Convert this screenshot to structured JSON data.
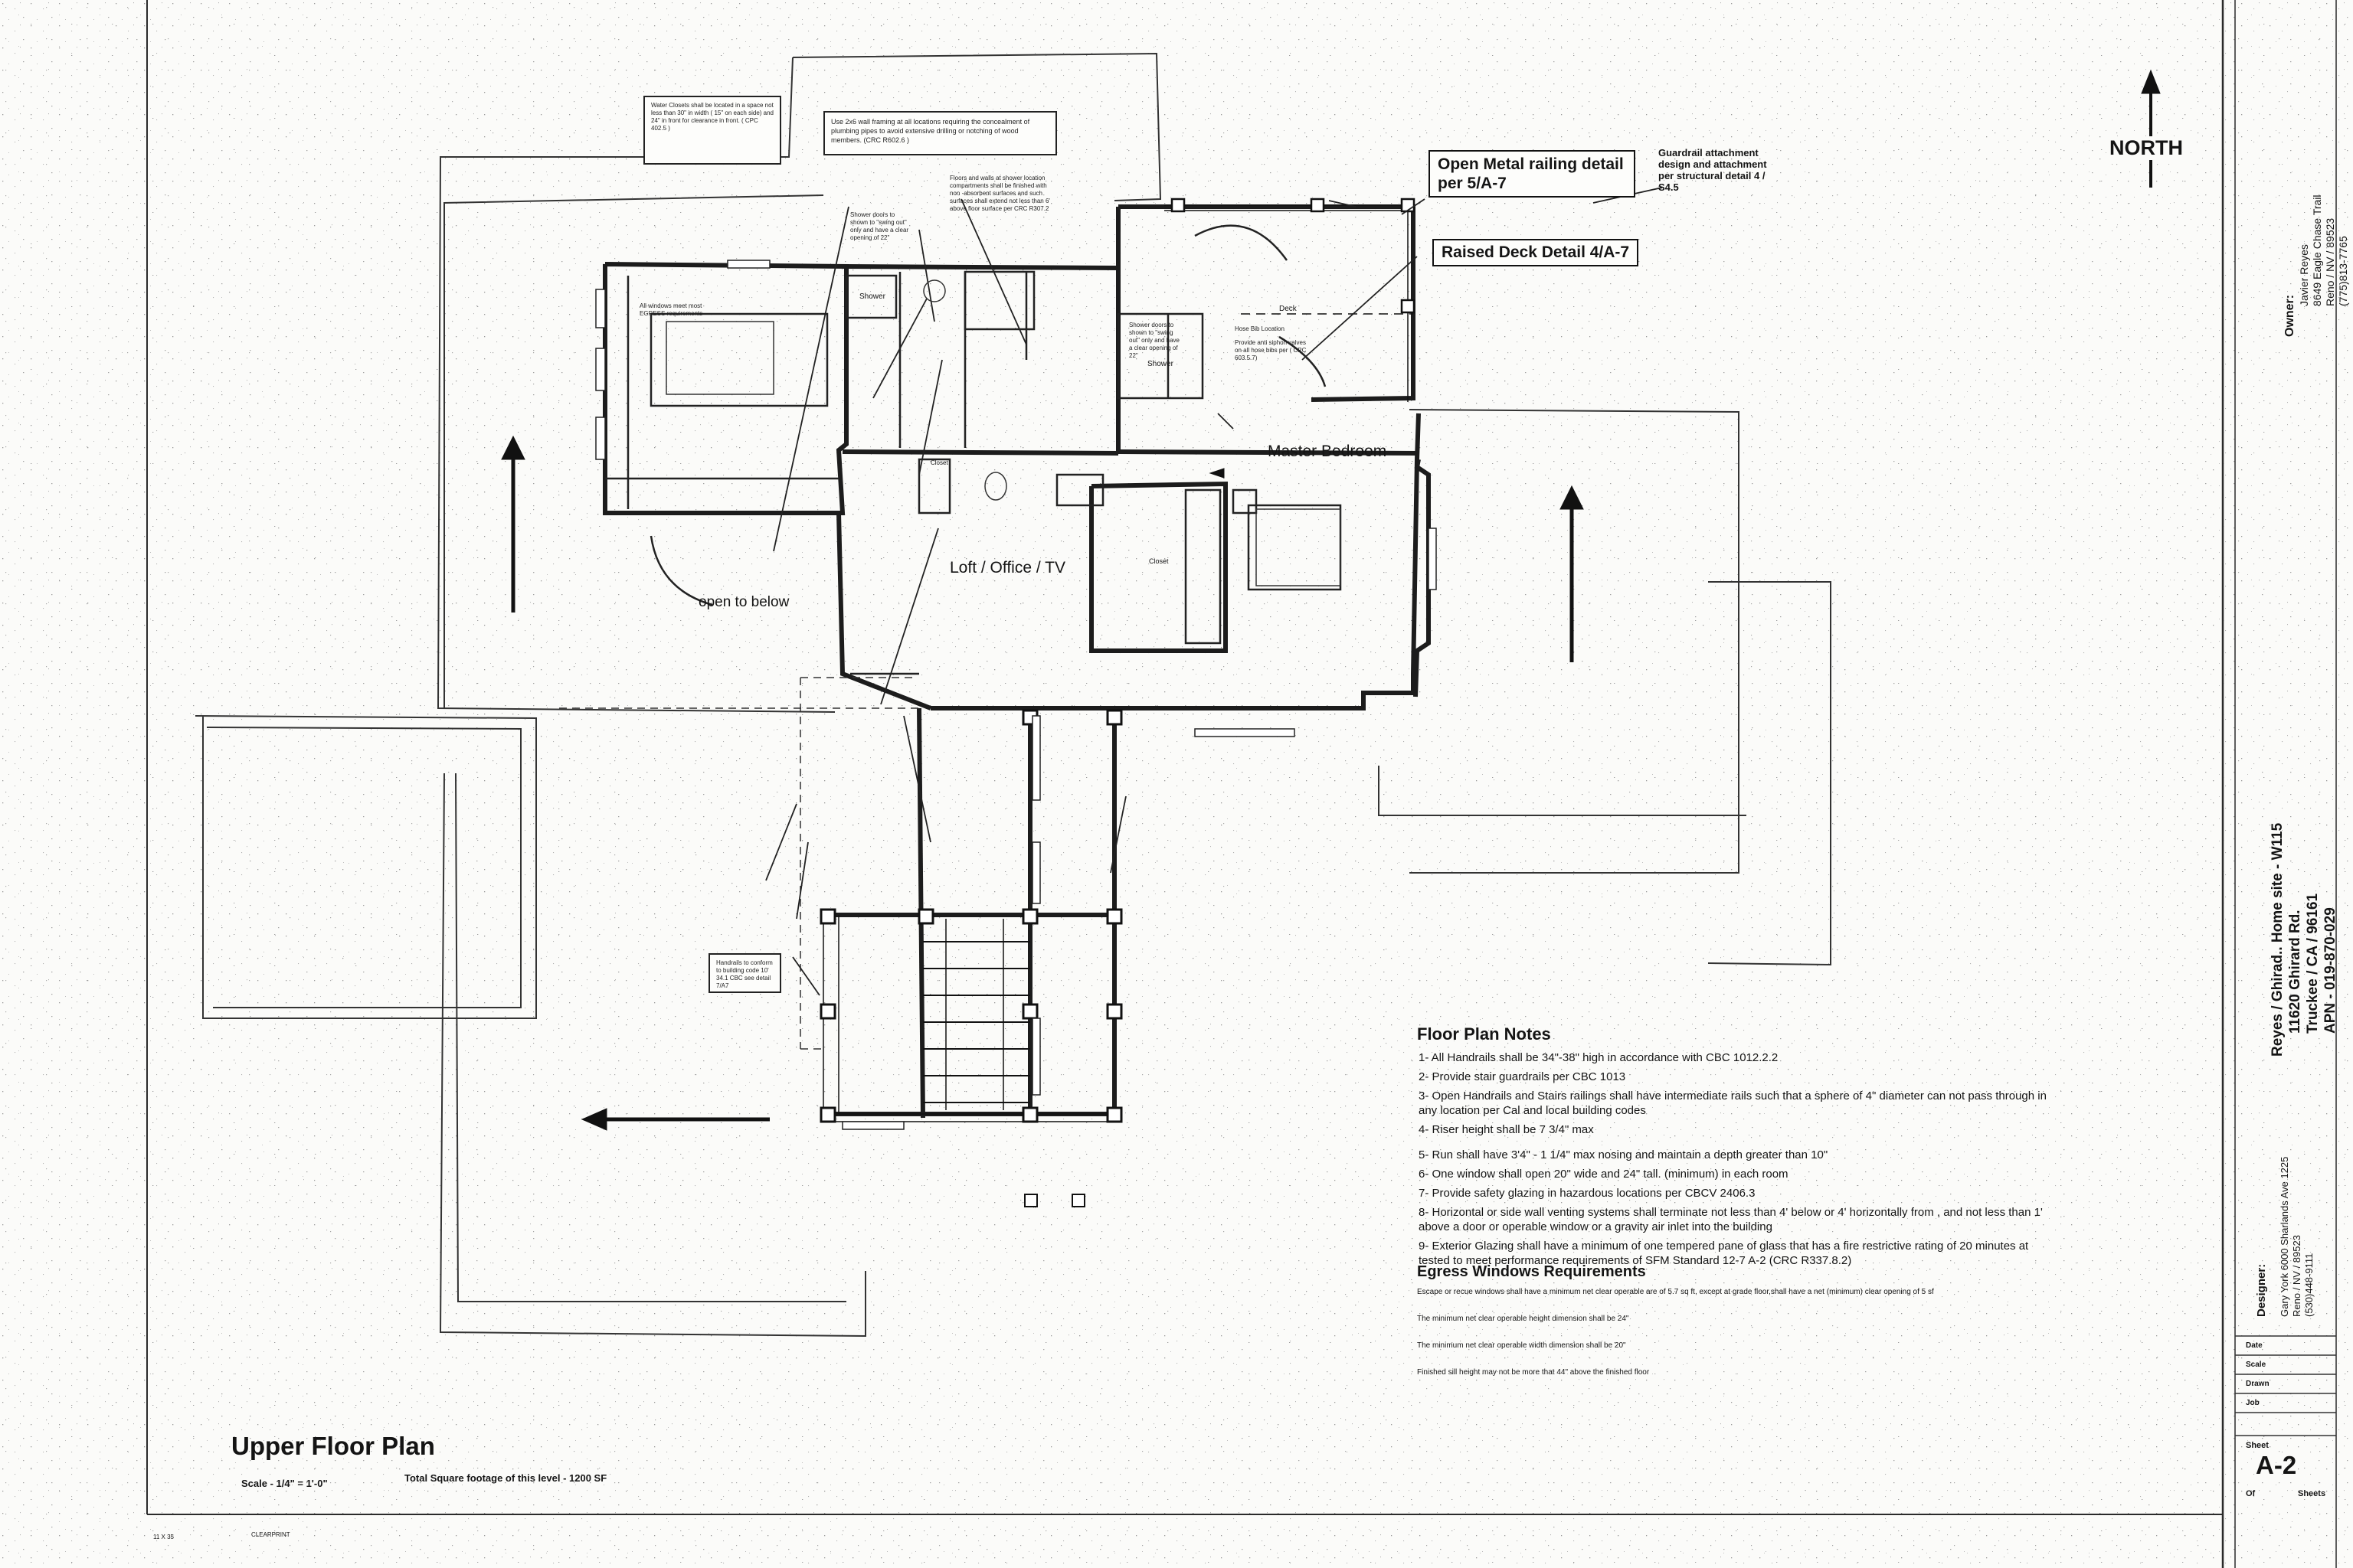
{
  "drawing": {
    "title": "Upper Floor Plan",
    "scale": "Scale - 1/4\" = 1'-0\"",
    "total_sf": "Total Square footage of this level - 1200 SF",
    "north": "NORTH",
    "footer_left": "11 X 35",
    "footer_mid": "CLEARPRINT"
  },
  "rooms": {
    "loft": "Loft / Office / TV",
    "master": "Master Bedroom",
    "open_below": "open to below",
    "deck": "Deck",
    "shower_1": "Shower",
    "shower_2": "Shower",
    "closet_1": "Closet",
    "closet_2": "Closet",
    "hose": "Hose Bib Location",
    "hose_note": "Provide anti siphon valves on all hose bibs per ( CPC 603.5.7)"
  },
  "callouts": {
    "railing": "Open Metal railing detail per 5/A-7",
    "raised_deck": "Raised Deck Detail 4/A-7",
    "guardrail": "Guardrail attachment design and attachment per structural detail 4 / S4.5"
  },
  "code_notes": {
    "water_closets": "Water Closets shall be located in a space not less than 30\" in width ( 15\" on each side) and 24\" in front for clearance in front. ( CPC 402.5 )",
    "wall_framing": "Use 2x6 wall framing at all locations requiring the concealment of plumbing pipes to avoid extensive drilling or notching of wood members. (CRC R602.6 )",
    "shower_walls": "Floors and walls at shower location compartments shall be finished with non -absorbent surfaces and such surfaces shall extend not less than 6' above floor surface per CRC R307.2",
    "shower_doors_1": "Shower doors to shown to \"swing out\" only and have a clear opening of 22\"",
    "shower_doors_2": "Shower doors to shown to \"swing out\" only and have a clear opening of 22\"",
    "egress_window": "All windows meet most EGRESS requirements",
    "handrails": "Handrails to conform to building code 10' 34.1 CBC see detail 7/A7"
  },
  "floor_notes": {
    "heading": "Floor Plan Notes",
    "items": [
      "1- All Handrails shall be 34\"-38\" high in accordance with CBC 1012.2.2",
      "2- Provide stair guardrails per CBC 1013",
      "3- Open Handrails and Stairs railings shall have intermediate rails such that a sphere of 4\" diameter can not pass through in any location per Cal and local building codes",
      "4- Riser height shall be 7 3/4\" max",
      "5- Run shall have 3'4\" - 1 1/4\" max nosing and maintain a depth greater than 10\"",
      "6- One window shall open 20\" wide and 24\" tall. (minimum) in each room",
      "7- Provide safety glazing in hazardous locations per CBCV 2406.3",
      "8- Horizontal or side wall venting systems shall terminate not less than 4' below or 4' horizontally from , and not less than 1' above a door or operable window or a gravity air inlet into the building",
      "9- Exterior Glazing shall have a minimum of one tempered pane of glass that has a fire restrictive rating of 20 minutes at tested to meet performance requirements of SFM Standard 12-7 A-2 (CRC R337.8.2)"
    ]
  },
  "egress": {
    "heading": "Egress Windows Requirements",
    "items": [
      "Escape or recue windows shall have a minimum net clear operable are of 5.7 sq ft, except at grade floor,shall have a net (minimum) clear opening of 5 sf",
      "The minimum net clear operable height dimension shall be 24\"",
      "The minimum net clear operable width dimension shall be 20\"",
      "Finished sill height may not be more that 44\" above the finished floor"
    ]
  },
  "title_block": {
    "owner_label": "Owner:",
    "owner_lines": [
      "Javier Reyes",
      "8649 Eagle Chase Trail",
      "Reno / NV / 89523",
      "(775)813-7765"
    ],
    "project_lines": [
      "Reyes / Ghirad.. Home site - W115",
      "11620 Ghirard Rd.",
      "Truckee / CA / 96161",
      "APN - 019-870-029"
    ],
    "designer_label": "Designer:",
    "designer_lines": [
      "Gary York 6000 Sharlands Ave 1225",
      "Reno / NV / 89523",
      "(530)448-9111"
    ],
    "fields": [
      "Date",
      "Scale",
      "Drawn",
      "Job"
    ],
    "sheet_label": "Sheet",
    "sheet_number": "A-2",
    "of_label": "Of",
    "sheets_label": "Sheets"
  }
}
